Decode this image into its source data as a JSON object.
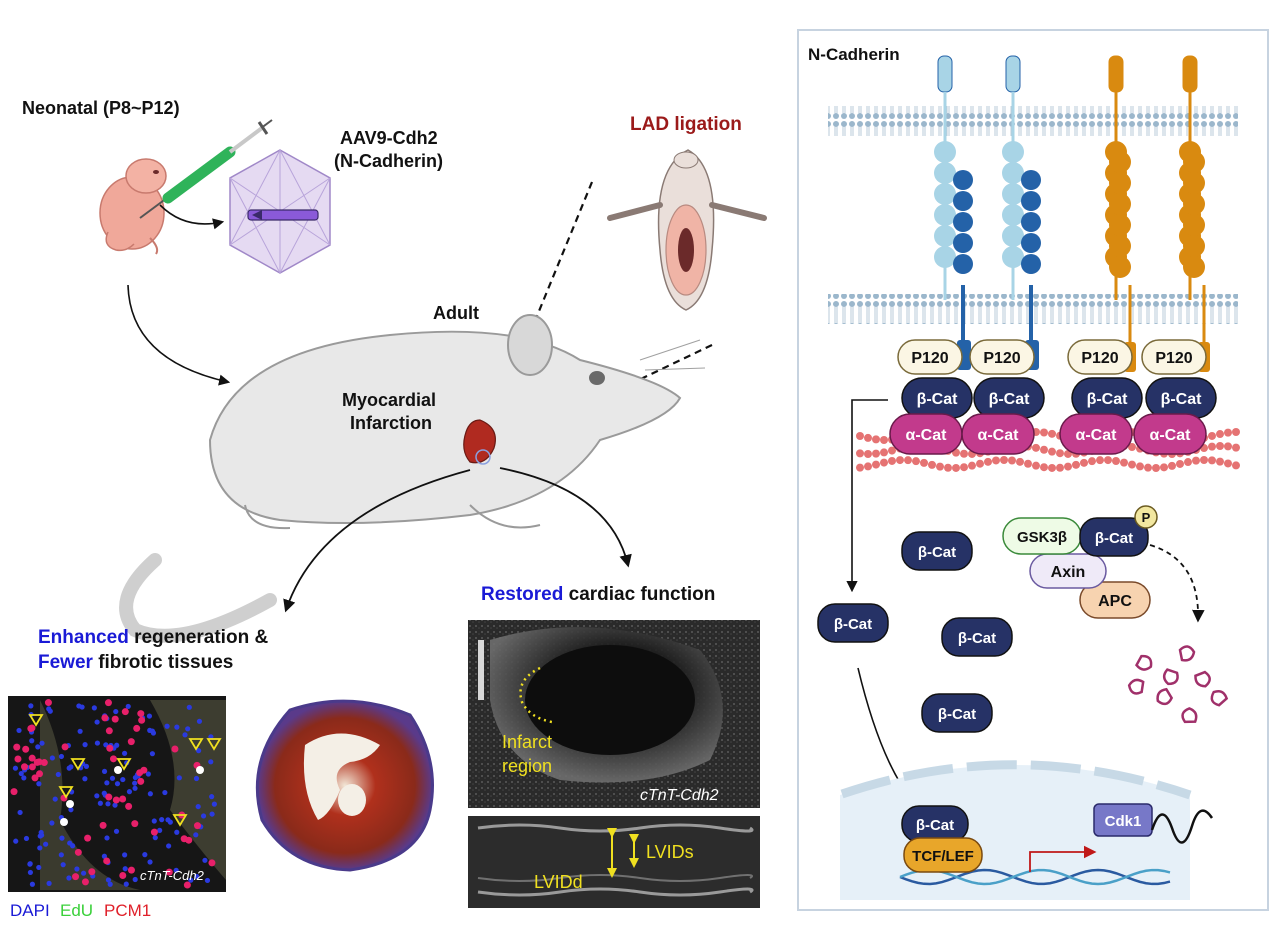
{
  "left": {
    "neonatal_label": "Neonatal (P8~P12)",
    "aav_line1": "AAV9-Cdh2",
    "aav_line2": "(N-Cadherin)",
    "lad_label": "LAD ligation",
    "adult_label": "Adult",
    "mi_line1": "Myocardial",
    "mi_line2": "Infarction",
    "regen_line1_emph": "Enhanced",
    "regen_line1_rest": " regeneration &",
    "regen_line2_emph": "Fewer",
    "regen_line2_rest": " fibrotic tissues",
    "restored_emph": "Restored",
    "restored_rest": " cardiac function",
    "micro_label": "cTnT-Cdh2",
    "stain_dapi": "DAPI",
    "stain_edu": "EdU",
    "stain_pcm1": "PCM1",
    "echo_infarct_1": "Infarct",
    "echo_infarct_2": "region",
    "echo_label": "cTnT-Cdh2",
    "lvids": "LVIDs",
    "lvidd": "LVIDd"
  },
  "right": {
    "title": "N-Cadherin",
    "p120": "P120",
    "beta_cat": "β-Cat",
    "alpha_cat": "α-Cat",
    "gsk3b": "GSK3β",
    "axin": "Axin",
    "apc": "APC",
    "phospho": "P",
    "tcf_lef": "TCF/LEF",
    "cdk1": "Cdk1"
  },
  "colors": {
    "emphasis_blue": "#1a1ad6",
    "lad_red": "#9b1a1a",
    "light_cadherin": "#a8d4e6",
    "dark_cadherin": "#2462a8",
    "orange_cadherin": "#d98a10",
    "beta_cat_fill": "#263266",
    "alpha_cat_fill": "#c23a8c",
    "p120_fill": "#fbf6e4",
    "apc_fill": "#f7d3b0",
    "cdk1_fill": "#7778c8",
    "tcf_fill": "#e8a62a",
    "echo_yellow": "#f0e020",
    "edu_green": "#3ad03a",
    "pcm1_red": "#e0202a"
  }
}
